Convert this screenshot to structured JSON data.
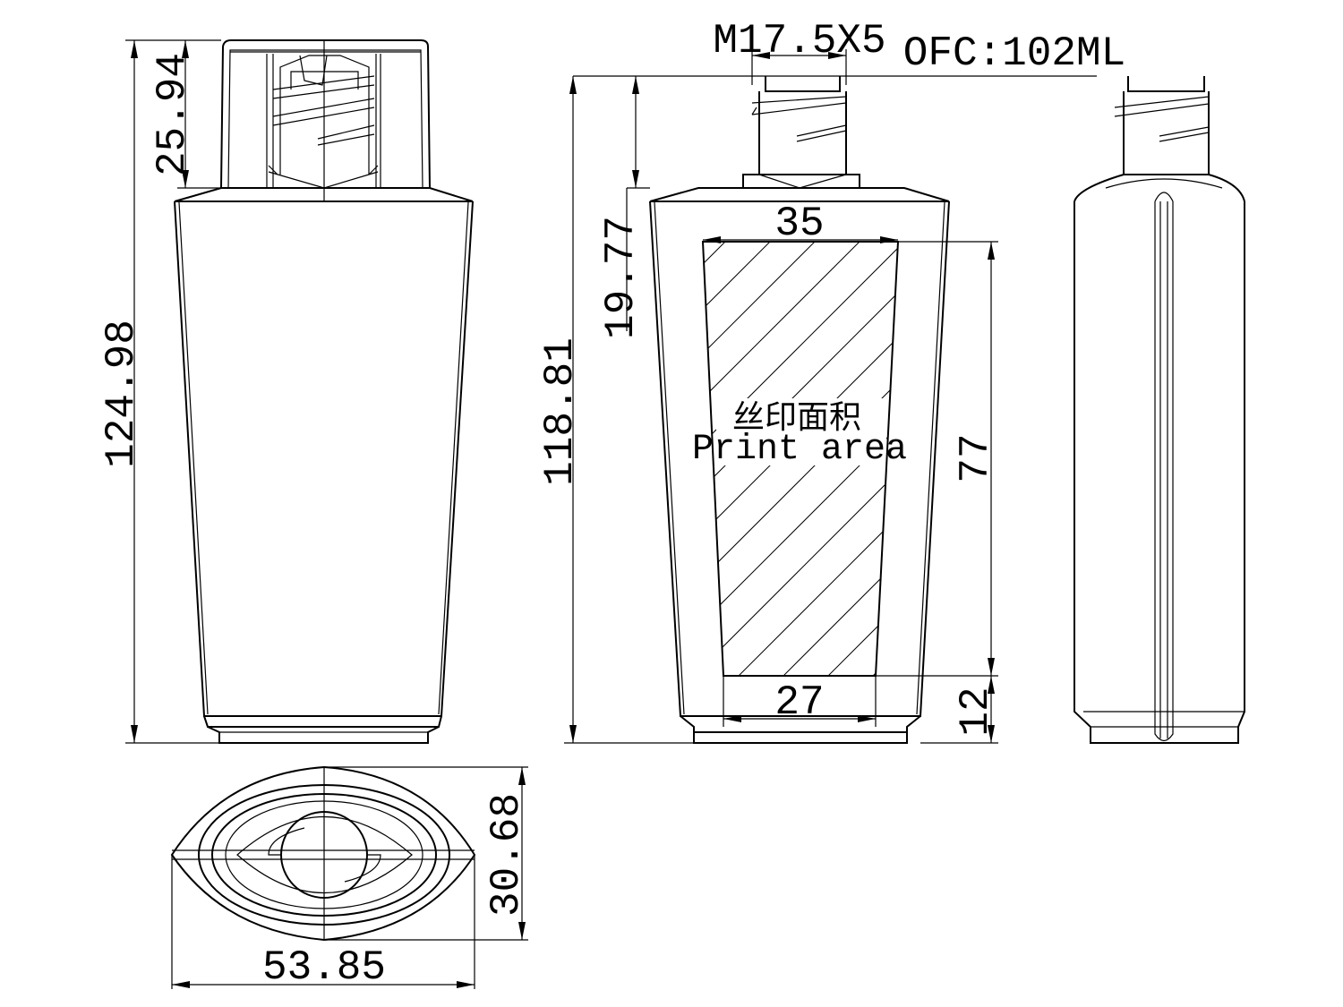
{
  "header": {
    "thread": "M17.5X5",
    "capacity": "OFC:102ML"
  },
  "front_view": {
    "total_height": "124.98",
    "cap_height": "25.94"
  },
  "side_view": {
    "height": "118.81",
    "shoulder": "19.77",
    "print_top_width": "35",
    "print_bottom_width": "27",
    "print_height": "77",
    "bottom_margin": "12",
    "print_label_cn": "丝印面积",
    "print_label_en": "Print area"
  },
  "bottom_view": {
    "depth": "30.68",
    "width": "53.85"
  }
}
